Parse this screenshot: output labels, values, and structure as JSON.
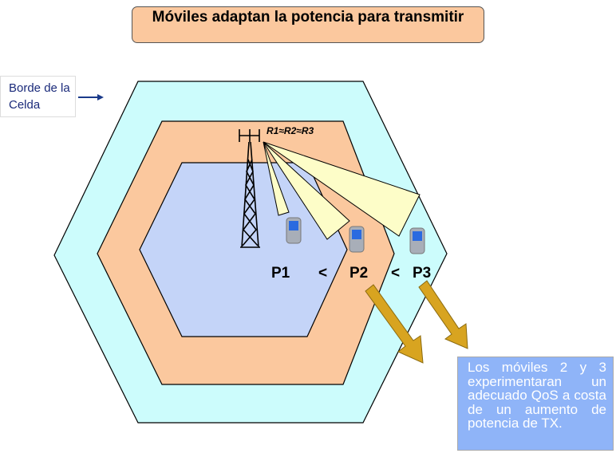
{
  "title": "Móviles adaptan la potencia para transmitir",
  "cell_border_label": "Borde de la Celda",
  "ratio_label": "R1≈R2≈R3",
  "power_labels": {
    "p1": "P1",
    "lt1": "<",
    "p2": "P2",
    "lt2": "<",
    "p3": "P3"
  },
  "note": "Los móviles 2 y 3 experimentaran un adecuado QoS a costa de un aumento de potencia de TX.",
  "colors": {
    "outer_cell": "#ccfcfc",
    "middle_cell": "#fbc89e",
    "inner_cell": "#c4d4f8",
    "beam": "#fdfdc8",
    "arrow": "#d8a420",
    "note_bg": "#8fb4f8",
    "title_bg": "#fbc89e"
  }
}
